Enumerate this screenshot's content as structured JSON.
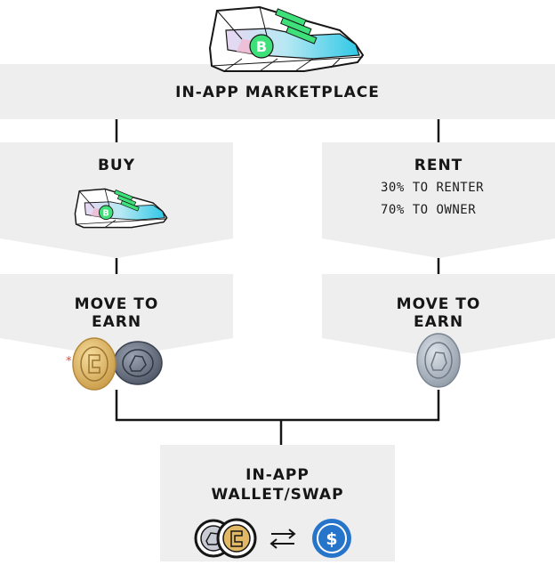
{
  "marketplace": {
    "title": "IN-APP MARKETPLACE",
    "icon": "sneaker-icon"
  },
  "buy": {
    "title": "BUY",
    "icon": "sneaker-icon"
  },
  "rent": {
    "title": "RENT",
    "lines": [
      "30% TO RENTER",
      "70% TO OWNER"
    ]
  },
  "move_left": {
    "title_lines": [
      "MOVE TO",
      "EARN"
    ],
    "note_mark": "*",
    "icons": [
      "gold-coin-icon",
      "silver-coin-icon"
    ]
  },
  "move_right": {
    "title_lines": [
      "MOVE TO",
      "EARN"
    ],
    "icons": [
      "silver-coin-icon"
    ]
  },
  "wallet": {
    "title_lines": [
      "IN-APP",
      "WALLET/SWAP"
    ],
    "icons": [
      "token-coins-icon",
      "swap-arrows-icon",
      "usdc-coin-icon"
    ]
  },
  "colors": {
    "panel": "#eeeeee",
    "line": "#161616",
    "cyan": "#33cbe6",
    "green": "#3ee07a",
    "usdc": "#2775ca",
    "gold": "#e2b865"
  }
}
